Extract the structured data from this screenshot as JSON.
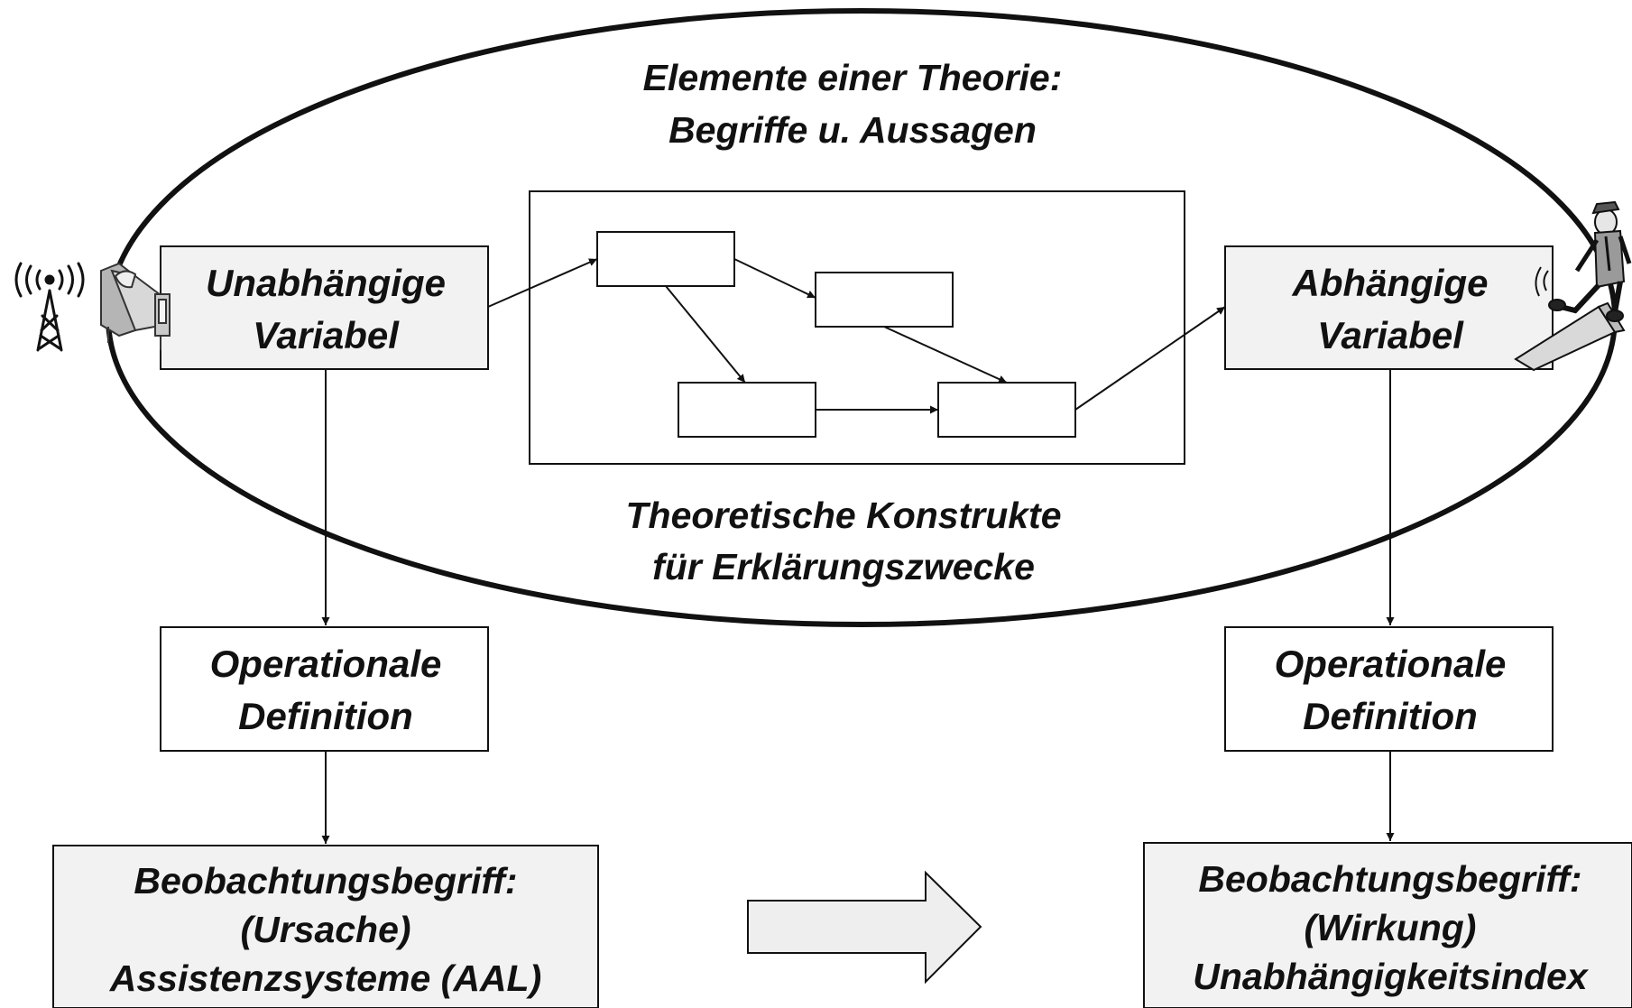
{
  "theory": {
    "title_line1": "Elemente einer Theorie:",
    "title_line2": "Begriffe u. Aussagen",
    "constructs_line1": "Theoretische Konstrukte",
    "constructs_line2": "für Erklärungszwecke"
  },
  "independent_variable": {
    "line1": "Unabhängige",
    "line2": "Variabel"
  },
  "dependent_variable": {
    "line1": "Abhängige",
    "line2": "Variabel"
  },
  "operational_left": {
    "line1": "Operationale",
    "line2": "Definition"
  },
  "operational_right": {
    "line1": "Operationale",
    "line2": "Definition"
  },
  "observation_left": {
    "line1": "Beobachtungsbegriff:",
    "line2": "(Ursache)",
    "line3": "Assistenzsysteme (AAL)"
  },
  "observation_right": {
    "line1": "Beobachtungsbegriff:",
    "line2": "(Wirkung)",
    "line3": "Unabhängigkeitsindex"
  },
  "icons": [
    "radio-tower-icon",
    "hospital-bed-icon",
    "man-on-flying-carpet-icon"
  ],
  "colors": {
    "box_fill": "#f2f2f2",
    "stroke": "#111111",
    "arrow_fill": "#eeeeee"
  }
}
